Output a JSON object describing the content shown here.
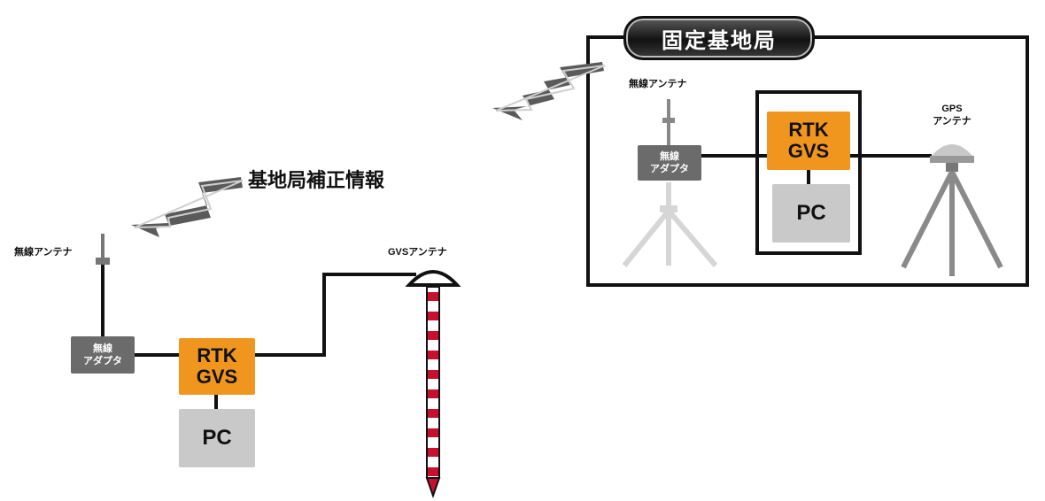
{
  "base_station": {
    "title": "固定基地局",
    "radio_antenna_label": "無線アンテナ",
    "radio_adapter_line1": "無線",
    "radio_adapter_line2": "アダプタ",
    "rtk_line1": "RTK",
    "rtk_line2": "GVS",
    "pc_label": "PC",
    "gps_antenna_line1": "GPS",
    "gps_antenna_line2": "アンテナ"
  },
  "correction_label": "基地局補正情報",
  "rover": {
    "radio_antenna_label": "無線アンテナ",
    "radio_adapter_line1": "無線",
    "radio_adapter_line2": "アダプタ",
    "rtk_line1": "RTK",
    "rtk_line2": "GVS",
    "pc_label": "PC",
    "gvs_antenna_label": "GVSアンテナ"
  },
  "colors": {
    "rtk": "#f0961e",
    "adapter": "#6b6b6b",
    "pc": "#c9c9c9",
    "pole_red": "#c8102e",
    "arrow": "#555555"
  }
}
